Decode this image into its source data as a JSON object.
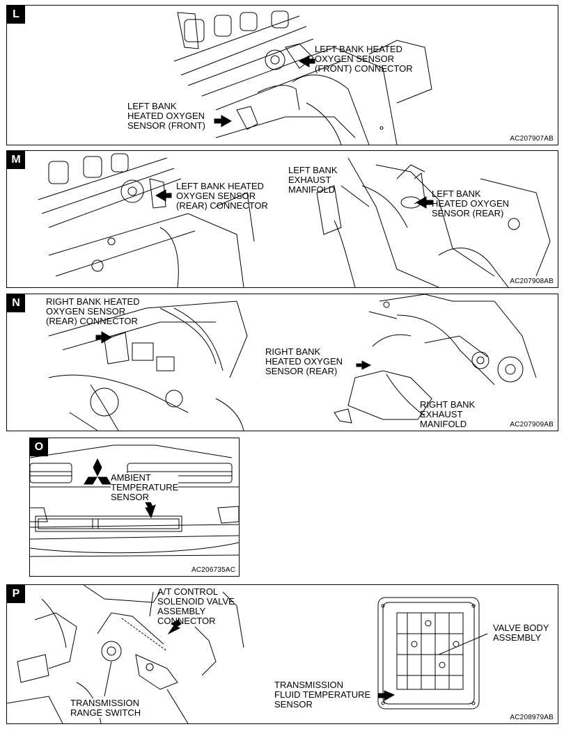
{
  "panels": [
    {
      "tag": "L",
      "code": "AC207907AB",
      "labels": [
        "LEFT BANK HEATED\nOXYGEN SENSOR\n(FRONT) CONNECTOR",
        "LEFT BANK\nHEATED OXYGEN\nSENSOR (FRONT)"
      ]
    },
    {
      "tag": "M",
      "code": "AC207908AB",
      "labels": [
        "LEFT BANK HEATED\nOXYGEN SENSOR\n(REAR) CONNECTOR",
        "LEFT BANK\nEXHAUST\nMANIFOLD",
        "LEFT BANK\nHEATED OXYGEN\nSENSOR (REAR)"
      ]
    },
    {
      "tag": "N",
      "code": "AC207909AB",
      "labels": [
        "RIGHT BANK HEATED\nOXYGEN SENSOR\n(REAR) CONNECTOR",
        "RIGHT BANK\nHEATED OXYGEN\nSENSOR (REAR)",
        "RIGHT BANK\nEXHAUST\nMANIFOLD"
      ]
    },
    {
      "tag": "O",
      "code": "AC206735AC",
      "labels": [
        "AMBIENT\nTEMPERATURE\nSENSOR"
      ]
    },
    {
      "tag": "P",
      "code": "AC208979AB",
      "labels": [
        "A/T CONTROL\nSOLENOID VALVE\nASSEMBLY\nCONNECTOR",
        "TRANSMISSION\nRANGE SWITCH",
        "VALVE BODY\nASSEMBLY",
        "TRANSMISSION\nFLUID TEMPERATURE\nSENSOR"
      ]
    }
  ],
  "icons": {
    "callout": "arrow-icon",
    "logo": "three-diamond-emblem"
  }
}
